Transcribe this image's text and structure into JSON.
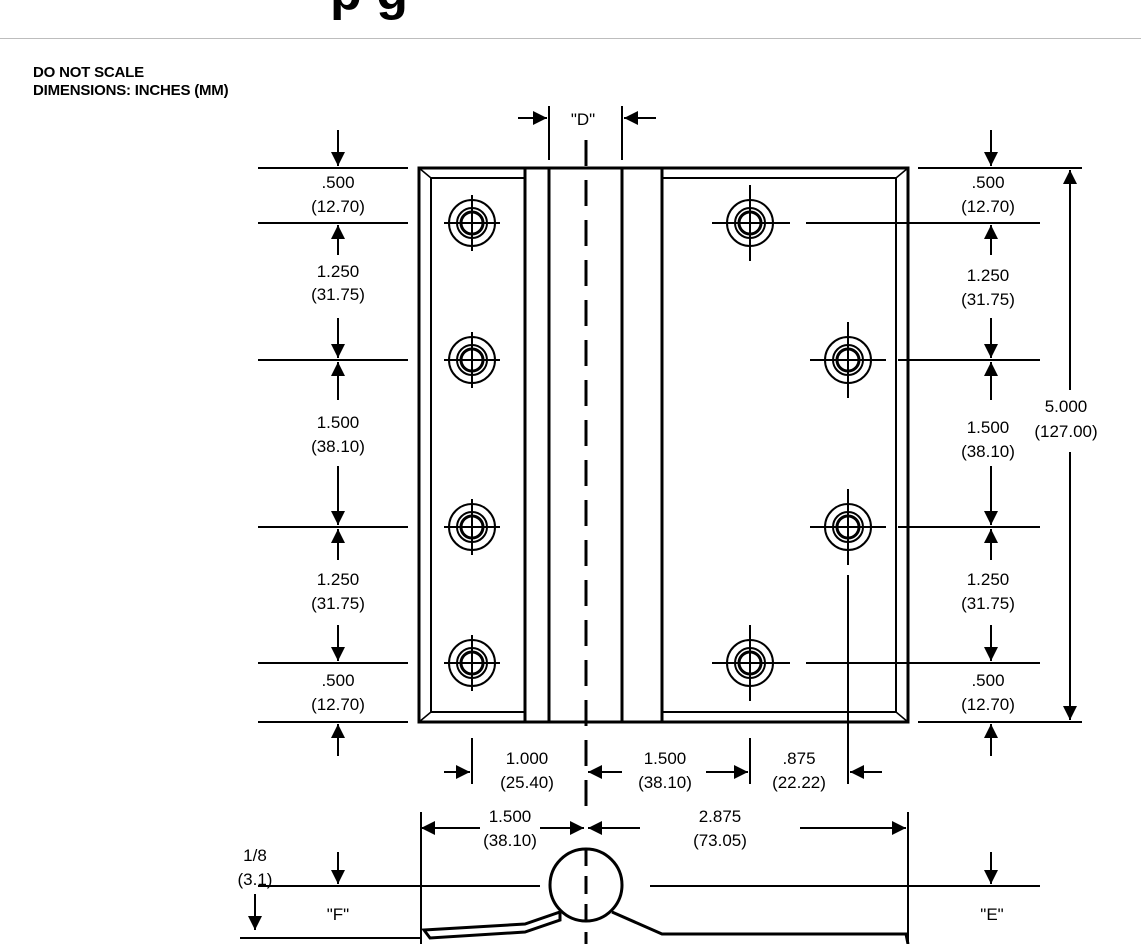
{
  "header": {
    "title_fragment": "p        g"
  },
  "notes": {
    "line1": "DO NOT SCALE",
    "line2": "DIMENSIONS: INCHES (MM)"
  },
  "labels": {
    "D": "\"D\"",
    "E": "\"E\"",
    "F": "\"F\""
  },
  "dims": {
    "left_top_in": ".500",
    "left_top_mm": "(12.70)",
    "left_s1_in": "1.250",
    "left_s1_mm": "(31.75)",
    "left_s2_in": "1.500",
    "left_s2_mm": "(38.10)",
    "left_s3_in": "1.250",
    "left_s3_mm": "(31.75)",
    "left_bot_in": ".500",
    "left_bot_mm": "(12.70)",
    "right_top_in": ".500",
    "right_top_mm": "(12.70)",
    "right_s1_in": "1.250",
    "right_s1_mm": "(31.75)",
    "right_s2_in": "1.500",
    "right_s2_mm": "(38.10)",
    "right_s3_in": "1.250",
    "right_s3_mm": "(31.75)",
    "right_bot_in": ".500",
    "right_bot_mm": "(12.70)",
    "overall_in": "5.000",
    "overall_mm": "(127.00)",
    "bottom_a_in": "1.000",
    "bottom_a_mm": "(25.40)",
    "bottom_b_in": "1.500",
    "bottom_b_mm": "(38.10)",
    "bottom_c_in": ".875",
    "bottom_c_mm": "(22.22)",
    "side_left_in": "1.500",
    "side_left_mm": "(38.10)",
    "side_right_in": "2.875",
    "side_right_mm": "(73.05)",
    "thick_in": "1/8",
    "thick_mm": "(3.1)"
  }
}
